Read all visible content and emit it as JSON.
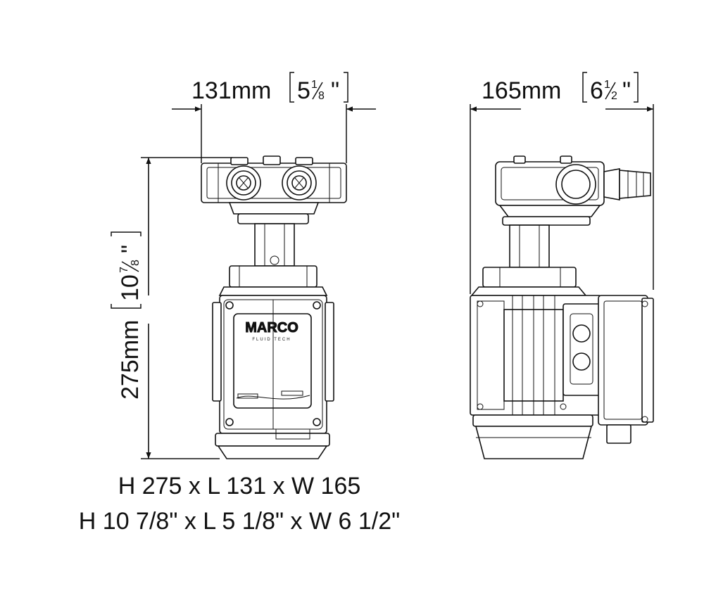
{
  "dimensions": {
    "length": {
      "mm": "131mm",
      "inch_whole": "5",
      "inch_num": "1",
      "inch_den": "8"
    },
    "width": {
      "mm": "165mm",
      "inch_whole": "6",
      "inch_num": "1",
      "inch_den": "2"
    },
    "height": {
      "mm": "275mm",
      "inch_whole": "10",
      "inch_num": "7",
      "inch_den": "8"
    }
  },
  "brand": {
    "logo_text": "MARCO",
    "logo_subtext": "FLUID TECH"
  },
  "caption": {
    "metric": "H 275 x L 131 x W 165",
    "imperial": "H 10 7/8\" x L 5 1/8\" x W 6 1/2\""
  },
  "colors": {
    "line": "#111111",
    "background": "#ffffff"
  }
}
